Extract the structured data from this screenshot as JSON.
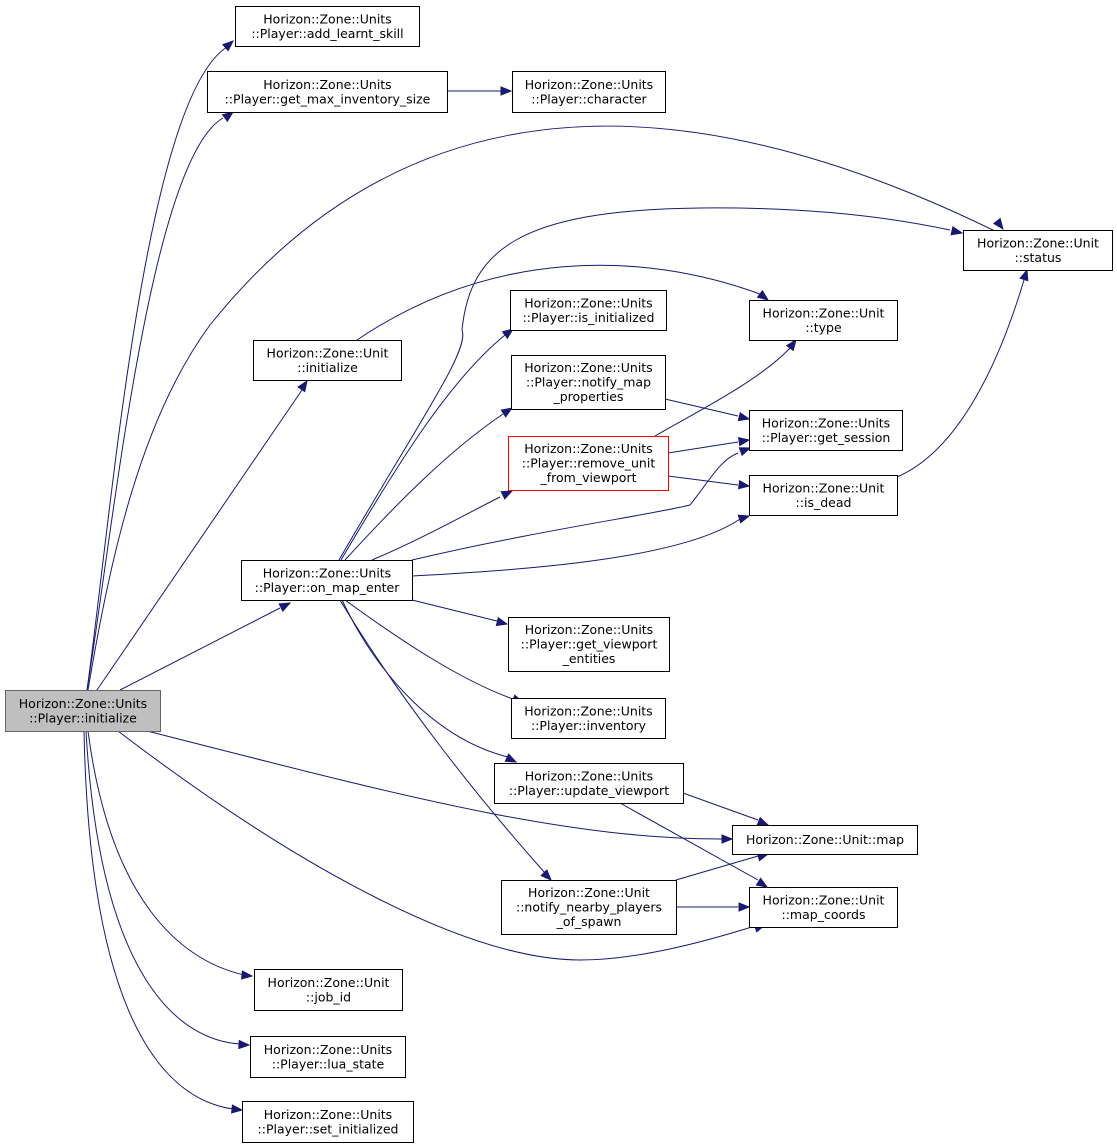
{
  "diagram": {
    "type": "call-graph",
    "colors": {
      "edge": "#191970",
      "root_fill": "#bfbfbf",
      "root_border": "#666666",
      "highlight_border": "#ff0000"
    },
    "nodes": [
      {
        "id": "root",
        "lines": [
          "Horizon::Zone::Units",
          "::Player::initialize"
        ],
        "style": "root"
      },
      {
        "id": "add_learnt_skill",
        "lines": [
          "Horizon::Zone::Units",
          "::Player::add_learnt_skill"
        ]
      },
      {
        "id": "get_max_inventory_size",
        "lines": [
          "Horizon::Zone::Units",
          "::Player::get_max_inventory_size"
        ]
      },
      {
        "id": "character",
        "lines": [
          "Horizon::Zone::Units",
          "::Player::character"
        ]
      },
      {
        "id": "status",
        "lines": [
          "Horizon::Zone::Unit",
          "::status"
        ]
      },
      {
        "id": "unit_initialize",
        "lines": [
          "Horizon::Zone::Unit",
          "::initialize"
        ]
      },
      {
        "id": "is_initialized",
        "lines": [
          "Horizon::Zone::Units",
          "::Player::is_initialized"
        ]
      },
      {
        "id": "type",
        "lines": [
          "Horizon::Zone::Unit",
          "::type"
        ]
      },
      {
        "id": "notify_map_properties",
        "lines": [
          "Horizon::Zone::Units",
          "::Player::notify_map",
          "_properties"
        ]
      },
      {
        "id": "get_session",
        "lines": [
          "Horizon::Zone::Units",
          "::Player::get_session"
        ]
      },
      {
        "id": "remove_unit_from_viewport",
        "lines": [
          "Horizon::Zone::Units",
          "::Player::remove_unit",
          "_from_viewport"
        ],
        "style": "red"
      },
      {
        "id": "is_dead",
        "lines": [
          "Horizon::Zone::Unit",
          "::is_dead"
        ]
      },
      {
        "id": "on_map_enter",
        "lines": [
          "Horizon::Zone::Units",
          "::Player::on_map_enter"
        ]
      },
      {
        "id": "get_viewport_entities",
        "lines": [
          "Horizon::Zone::Units",
          "::Player::get_viewport",
          "_entities"
        ]
      },
      {
        "id": "inventory",
        "lines": [
          "Horizon::Zone::Units",
          "::Player::inventory"
        ]
      },
      {
        "id": "update_viewport",
        "lines": [
          "Horizon::Zone::Units",
          "::Player::update_viewport"
        ]
      },
      {
        "id": "map",
        "lines": [
          "Horizon::Zone::Unit::map"
        ]
      },
      {
        "id": "notify_nearby_players_of_spawn",
        "lines": [
          "Horizon::Zone::Unit",
          "::notify_nearby_players",
          "_of_spawn"
        ]
      },
      {
        "id": "map_coords",
        "lines": [
          "Horizon::Zone::Unit",
          "::map_coords"
        ]
      },
      {
        "id": "job_id",
        "lines": [
          "Horizon::Zone::Unit",
          "::job_id"
        ]
      },
      {
        "id": "lua_state",
        "lines": [
          "Horizon::Zone::Units",
          "::Player::lua_state"
        ]
      },
      {
        "id": "set_initialized",
        "lines": [
          "Horizon::Zone::Units",
          "::Player::set_initialized"
        ]
      }
    ],
    "edges": [
      {
        "from": "root",
        "to": "add_learnt_skill"
      },
      {
        "from": "root",
        "to": "get_max_inventory_size"
      },
      {
        "from": "root",
        "to": "status"
      },
      {
        "from": "root",
        "to": "unit_initialize"
      },
      {
        "from": "root",
        "to": "on_map_enter"
      },
      {
        "from": "root",
        "to": "map"
      },
      {
        "from": "root",
        "to": "map_coords"
      },
      {
        "from": "root",
        "to": "job_id"
      },
      {
        "from": "root",
        "to": "lua_state"
      },
      {
        "from": "root",
        "to": "set_initialized"
      },
      {
        "from": "get_max_inventory_size",
        "to": "character"
      },
      {
        "from": "unit_initialize",
        "to": "type"
      },
      {
        "from": "on_map_enter",
        "to": "status"
      },
      {
        "from": "on_map_enter",
        "to": "is_initialized"
      },
      {
        "from": "on_map_enter",
        "to": "notify_map_properties"
      },
      {
        "from": "on_map_enter",
        "to": "remove_unit_from_viewport"
      },
      {
        "from": "on_map_enter",
        "to": "get_session"
      },
      {
        "from": "on_map_enter",
        "to": "is_dead"
      },
      {
        "from": "on_map_enter",
        "to": "get_viewport_entities"
      },
      {
        "from": "on_map_enter",
        "to": "inventory"
      },
      {
        "from": "on_map_enter",
        "to": "update_viewport"
      },
      {
        "from": "on_map_enter",
        "to": "notify_nearby_players_of_spawn"
      },
      {
        "from": "notify_map_properties",
        "to": "get_session"
      },
      {
        "from": "remove_unit_from_viewport",
        "to": "type"
      },
      {
        "from": "remove_unit_from_viewport",
        "to": "get_session"
      },
      {
        "from": "remove_unit_from_viewport",
        "to": "is_dead"
      },
      {
        "from": "is_dead",
        "to": "status"
      },
      {
        "from": "update_viewport",
        "to": "map"
      },
      {
        "from": "update_viewport",
        "to": "map_coords"
      },
      {
        "from": "notify_nearby_players_of_spawn",
        "to": "map"
      },
      {
        "from": "notify_nearby_players_of_spawn",
        "to": "map_coords"
      }
    ]
  }
}
